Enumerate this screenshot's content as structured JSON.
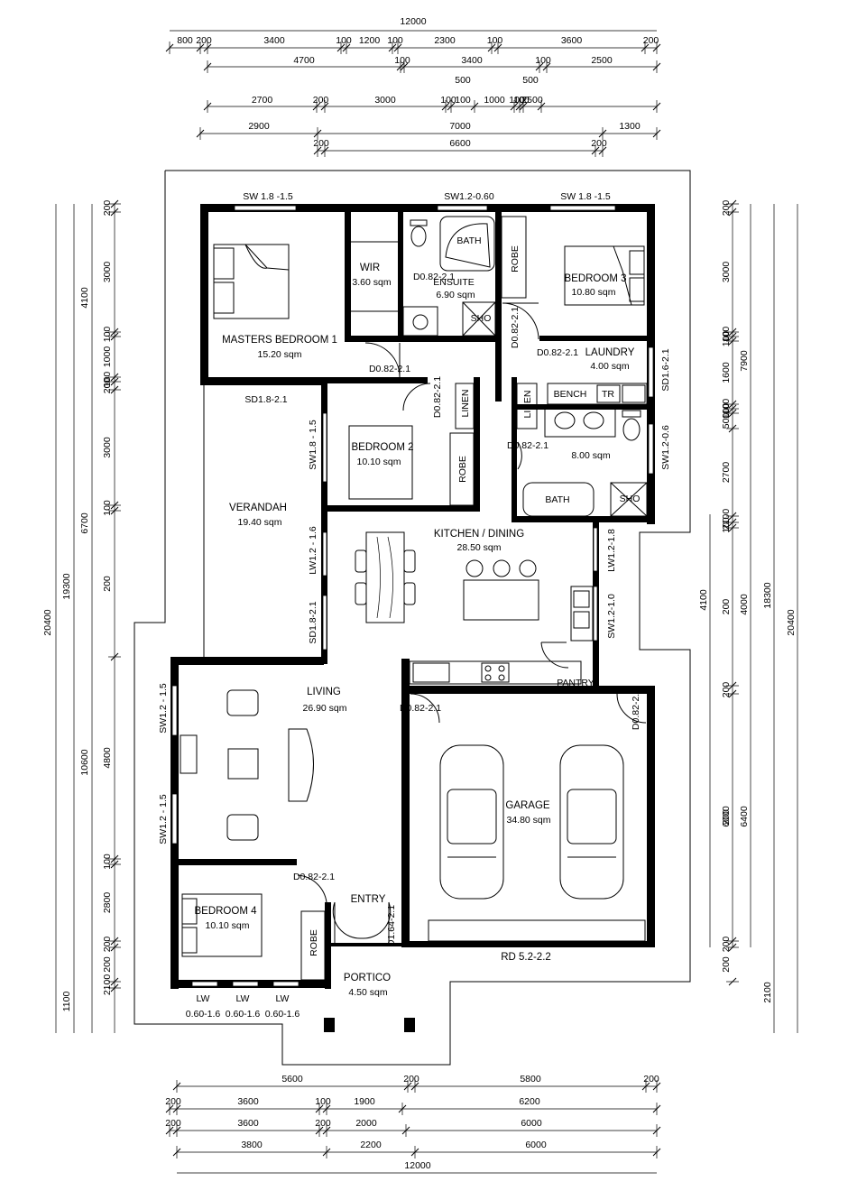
{
  "dimensions": {
    "top": {
      "overall": "12000",
      "row1": [
        "800",
        "200",
        "3400",
        "100",
        "1200",
        "100",
        "2300",
        "100",
        "3600",
        "200"
      ],
      "row2": [
        "4700",
        "100",
        "3400",
        "100",
        "2500"
      ],
      "row3_mid": [
        "500",
        "500"
      ],
      "row3": [
        "2700",
        "200",
        "3000",
        "100",
        "100",
        "1000",
        "100",
        "100",
        "2500"
      ],
      "row4": [
        "2900",
        "7000",
        "1300"
      ],
      "row5": [
        "200",
        "6600",
        "200"
      ]
    },
    "bottom": {
      "row1": [
        "5600",
        "200",
        "5800",
        "200"
      ],
      "row2": [
        "200",
        "3600",
        "100",
        "1900",
        "6200"
      ],
      "row3": [
        "200",
        "3600",
        "200",
        "2000",
        "6000"
      ],
      "row4": [
        "3800",
        "2200",
        "6000"
      ],
      "overall": "12000"
    },
    "left": {
      "outer": "20400",
      "second": "19300",
      "third_a": "4100",
      "third_b": "6700",
      "third_c": "10600",
      "third_d": "1100",
      "inner": [
        "200",
        "3000",
        "100",
        "1000",
        "100",
        "200",
        "3000",
        "100",
        "200",
        "4800",
        "100",
        "2800",
        "200",
        "200",
        "2100"
      ]
    },
    "right": {
      "outer": "20400",
      "second": "18300",
      "third_a": "7900",
      "third_b": "4000",
      "third_c": "6400",
      "fourth": [
        "4100",
        "6000",
        "2100"
      ],
      "inner": [
        "200",
        "3000",
        "100",
        "100",
        "1600",
        "100",
        "100",
        "500",
        "2700",
        "2100",
        "100",
        "200",
        "200",
        "200",
        "200",
        "200"
      ]
    }
  },
  "rooms": {
    "master": {
      "name": "MASTERS BEDROOM 1",
      "area": "15.20 sqm"
    },
    "wir": {
      "name": "WIR",
      "area": "3.60 sqm"
    },
    "ensuite": {
      "name": "ENSUITE",
      "area": "6.90 sqm"
    },
    "bath_ensuite": "BATH",
    "bedroom3": {
      "name": "BEDROOM 3",
      "area": "10.80 sqm"
    },
    "laundry": {
      "name": "LAUNDRY",
      "area": "4.00 sqm"
    },
    "bedroom2": {
      "name": "BEDROOM 2",
      "area": "10.10 sqm"
    },
    "verandah": {
      "name": "VERANDAH",
      "area": "19.40 sqm"
    },
    "kitchen": {
      "name": "KITCHEN / DINING",
      "area": "28.50 sqm"
    },
    "bathroom": {
      "area": "8.00 sqm"
    },
    "bath_main": "BATH",
    "living": {
      "name": "LIVING",
      "area": "26.90 sqm"
    },
    "garage": {
      "name": "GARAGE",
      "area": "34.80 sqm"
    },
    "bedroom4": {
      "name": "BEDROOM 4",
      "area": "10.10 sqm"
    },
    "portico": {
      "name": "PORTICO",
      "area": "4.50 sqm"
    },
    "entry": "ENTRY",
    "pantry": "PANTRY"
  },
  "fixtures": {
    "robe": "ROBE",
    "linen": "LINEN",
    "bench": "BENCH",
    "tr": "TR",
    "sho": "SHO"
  },
  "openings": {
    "sw_master": "SW 1.8 -1.5",
    "sw_ensuite": "SW1.2-0.60",
    "sw_bed3": "SW 1.8 -1.5",
    "sd_verandah": "SD1.8-2.1",
    "d_master": "D0.82-2.1",
    "d_ensuite": "D0.82-2.1",
    "d_bed3": "D0.82-2.1",
    "d_laundry": "D0.82-2.1",
    "sd_laundry": "SD1.6-2.1",
    "d_bed2": "D0.82-2.1",
    "d_bathroom": "D0.82-2.1",
    "sw_bathroom": "SW1.2-0.6",
    "sw_bed2": "SW1.8 - 1.5",
    "lw_dining": "LW1.2 - 1.6",
    "sd_dining": "SD1.8-2.1",
    "lw_kitchen": "LW1.2-1.8",
    "sw_kitchen": "SW1.2-1.0",
    "d_garage_left": "D0.82-2.1",
    "d_garage_right": "D0.82-2.1",
    "sw_living_top": "SW1.2 - 1.5",
    "sw_living_bottom": "SW1.2 - 1.5",
    "d_bed4": "D0.82-2.1",
    "d_entry": "D1.64-2.1",
    "rd_garage": "RD 5.2-2.2",
    "lw_bed4": [
      {
        "top": "LW",
        "bottom": "0.60-1.6"
      },
      {
        "top": "LW",
        "bottom": "0.60-1.6"
      },
      {
        "top": "LW",
        "bottom": "0.60-1.6"
      }
    ]
  }
}
